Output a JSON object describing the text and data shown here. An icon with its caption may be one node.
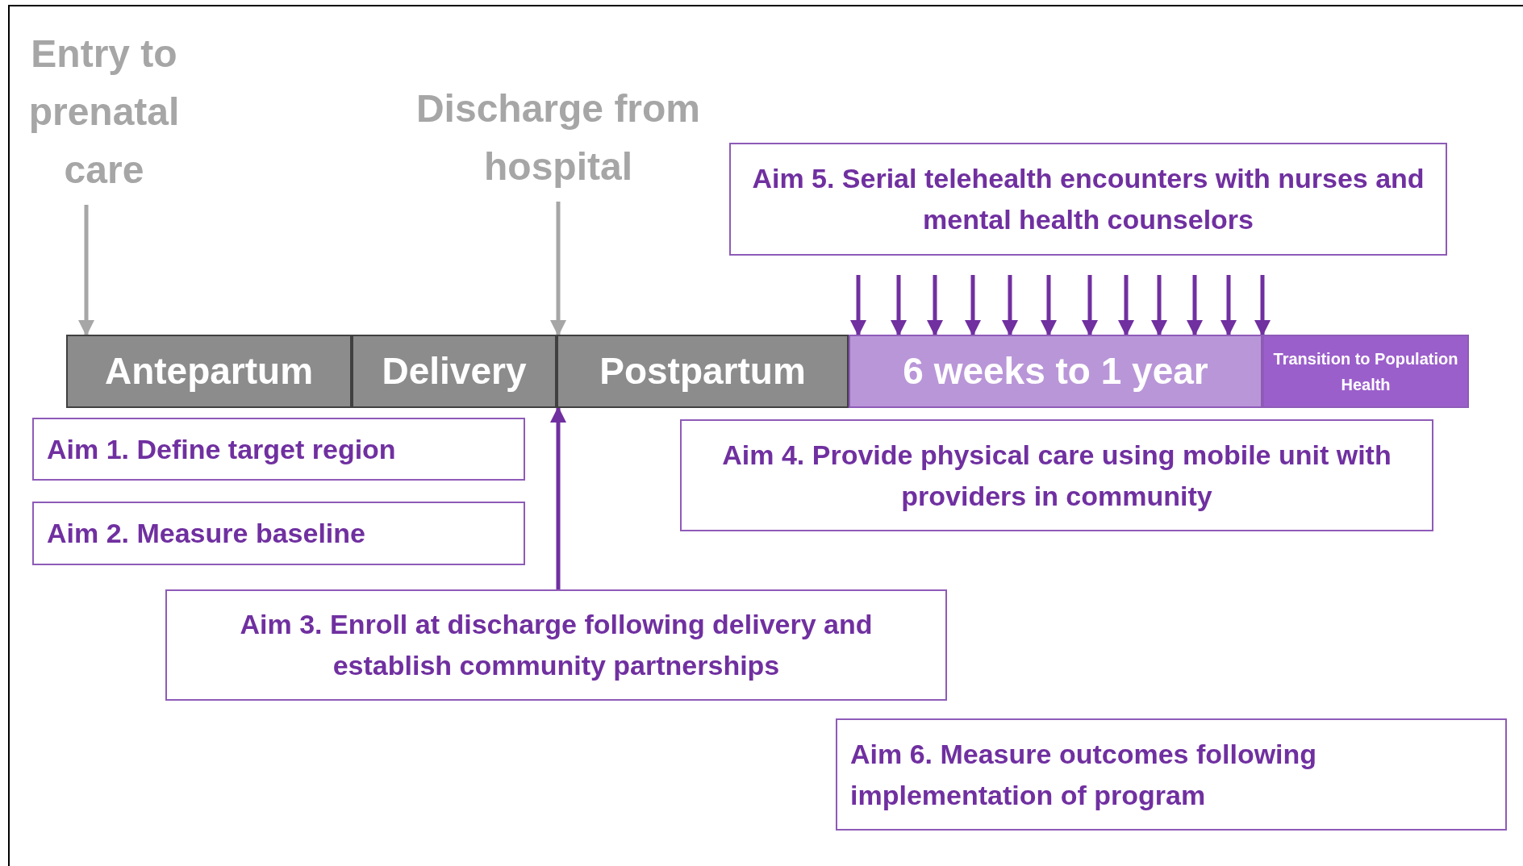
{
  "diagram": {
    "nodes": [
      {
        "text": [
          "Entry to prenatal care"
        ]
      },
      {
        "text": [
          "Discharge from hospital"
        ]
      },
      {
        "text": [
          "Antepartum"
        ]
      },
      {
        "text": [
          "Delivery"
        ]
      },
      {
        "text": [
          "Postpartum"
        ]
      },
      {
        "text": [
          "6 weeks to 1 year"
        ]
      },
      {
        "text": [
          "Transition to Population Health"
        ]
      },
      {
        "text": [
          "Aim 1. Define target region"
        ]
      },
      {
        "text": [
          "Aim 2. Measure baseline"
        ]
      },
      {
        "text": [
          "Aim 3. Enroll at discharge following delivery and establish community partnerships"
        ]
      },
      {
        "text": [
          "Aim 4. Provide physical care using mobile unit with providers in community"
        ]
      },
      {
        "text": [
          "Aim 5. Serial telehealth encounters with nurses and mental health counselors"
        ]
      },
      {
        "text": [
          "Aim 6. Measure outcomes following implementation of program"
        ]
      }
    ],
    "edges": [
      {
        "from": 0,
        "to": 2,
        "arrow": "to",
        "color": "#a6a6a6"
      },
      {
        "from": 1,
        "to": 4,
        "arrow": "to",
        "color": "#a6a6a6"
      },
      {
        "from": 9,
        "to": 4,
        "arrow": "to"
      },
      {
        "from": null,
        "to": 5,
        "arrow": "to"
      },
      {
        "from": null,
        "to": 5,
        "arrow": "to"
      },
      {
        "from": null,
        "to": 5,
        "arrow": "to"
      },
      {
        "from": null,
        "to": 5,
        "arrow": "to"
      },
      {
        "from": null,
        "to": 5,
        "arrow": "to"
      },
      {
        "from": null,
        "to": 5,
        "arrow": "to"
      },
      {
        "from": null,
        "to": 5,
        "arrow": "to"
      },
      {
        "from": null,
        "to": 5,
        "arrow": "to"
      },
      {
        "from": null,
        "to": 5,
        "arrow": "to"
      },
      {
        "from": null,
        "to": 5,
        "arrow": "to"
      },
      {
        "from": null,
        "to": 5,
        "arrow": "to"
      },
      {
        "from": null,
        "to": 5,
        "arrow": "to"
      }
    ]
  }
}
